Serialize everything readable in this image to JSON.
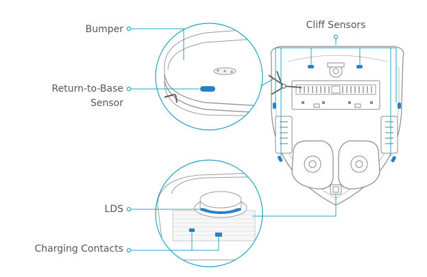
{
  "colors": {
    "accent": "#1EA3C0",
    "line": "#8E8E8E",
    "part": "#2A7FC4",
    "text": "#555555"
  },
  "labels": {
    "bumper": "Bumper",
    "return_to_base_line1": "Return-to-Base",
    "return_to_base_line2": "Sensor",
    "cliff_sensors": "Cliff Sensors",
    "lds": "LDS",
    "charging_contacts": "Charging Contacts"
  },
  "icons": {
    "callout_marker": "ring-dot-icon",
    "sensor": "cliff-sensor-icon"
  }
}
